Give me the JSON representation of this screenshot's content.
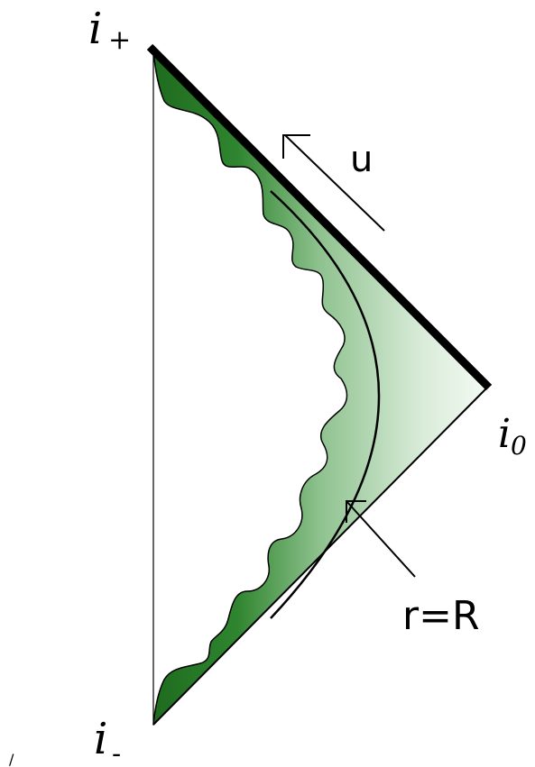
{
  "labels": {
    "top_vertex": {
      "main": "i",
      "sub": "+"
    },
    "bottom_vertex": {
      "main": "i",
      "sub": "-"
    },
    "right_vertex": {
      "main": "i",
      "sub": "0"
    },
    "arrow_label": "u",
    "curve_label": "r=R",
    "corner_mark": "/"
  },
  "colors": {
    "dark_green": "#1e6b1e",
    "light_green": "#f4faf4",
    "ink": "#000000",
    "background": "#ffffff"
  }
}
